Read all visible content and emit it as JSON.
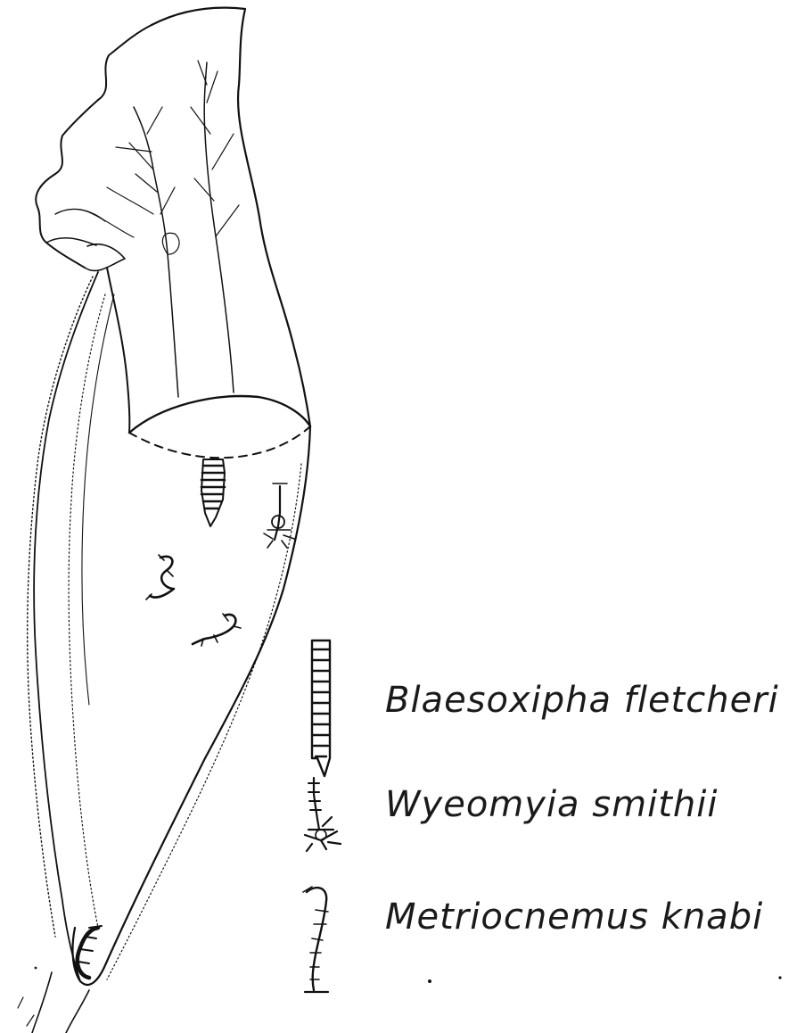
{
  "legend": {
    "items": [
      {
        "id": "blaesoxipha",
        "label": "Blaesoxipha fletcheri",
        "icon": "fly-larva-icon"
      },
      {
        "id": "wyeomyia",
        "label": "Wyeomyia smithii",
        "icon": "mosquito-larva-icon"
      },
      {
        "id": "metriocnemus",
        "label": "Metriocnemus knabi",
        "icon": "midge-larva-icon"
      }
    ]
  },
  "colors": {
    "ink": "#111111",
    "background": "#ffffff"
  }
}
